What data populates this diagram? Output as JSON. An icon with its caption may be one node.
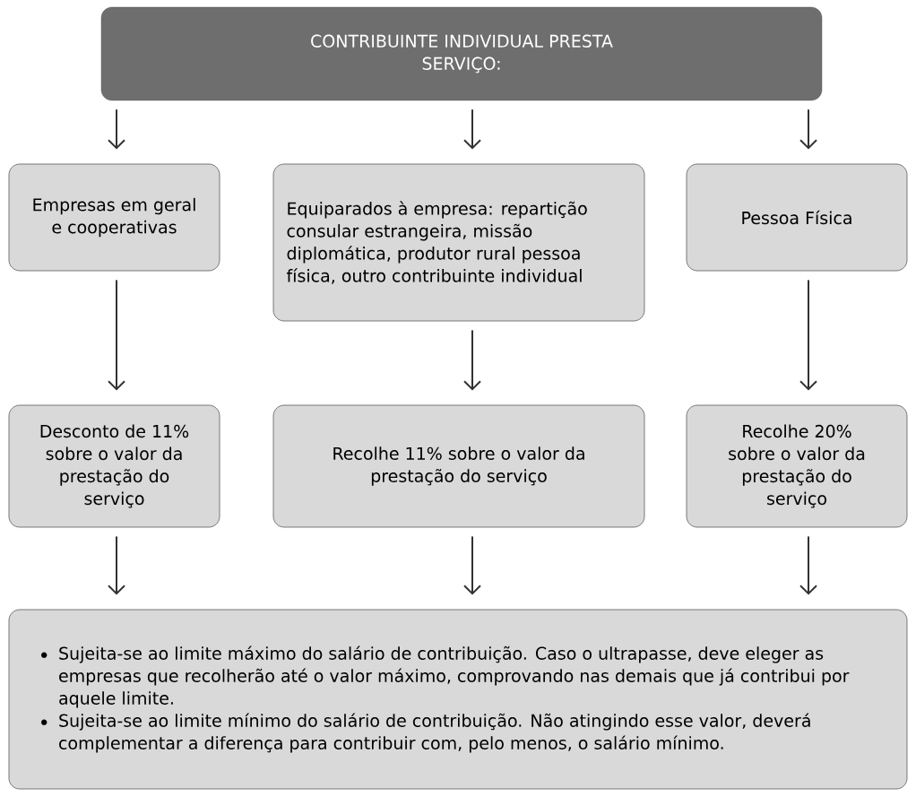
{
  "diagram": {
    "nodes": [
      {
        "text": [
          "CONTRIBUINTE INDIVIDUAL PRESTA SERVIÇO:"
        ]
      },
      {
        "text": [
          "Empresas em geral e cooperativas"
        ]
      },
      {
        "text": [
          "Equiparados à empresa: repartição consular estrangeira, missão diplomática, produtor rural pessoa física, outro contribuinte individual"
        ]
      },
      {
        "text": [
          "Pessoa Física"
        ]
      },
      {
        "text": [
          "Desconto de 11% sobre o valor da prestação do serviço"
        ]
      },
      {
        "text": [
          "Recolhe 11% sobre o valor da prestação do serviço"
        ]
      },
      {
        "text": [
          "Recolhe 20% sobre o valor da prestação do serviço"
        ]
      },
      {
        "text": [
          "Sujeita-se ao limite máximo do salário de contribuição. Caso o ultrapasse, deve eleger as empresas que recolherão até o valor máximo, comprovando nas demais que já contribui por aquele limite.",
          "Sujeita-se ao limite mínimo do salário de contribuição. Não atingindo esse valor, deverá complementar a diferença para contribuir com, pelo menos, o salário mínimo."
        ]
      }
    ],
    "edges": [
      {
        "from": 0,
        "to": 1,
        "arrow": "to"
      },
      {
        "from": 0,
        "to": 2,
        "arrow": "to"
      },
      {
        "from": 0,
        "to": 3,
        "arrow": "to"
      },
      {
        "from": 1,
        "to": 4,
        "arrow": "to"
      },
      {
        "from": 2,
        "to": 5,
        "arrow": "to"
      },
      {
        "from": 3,
        "to": 6,
        "arrow": "to"
      },
      {
        "from": 4,
        "to": 7,
        "arrow": "to"
      },
      {
        "from": 5,
        "to": 7,
        "arrow": "to"
      },
      {
        "from": 6,
        "to": 7,
        "arrow": "to"
      }
    ]
  }
}
